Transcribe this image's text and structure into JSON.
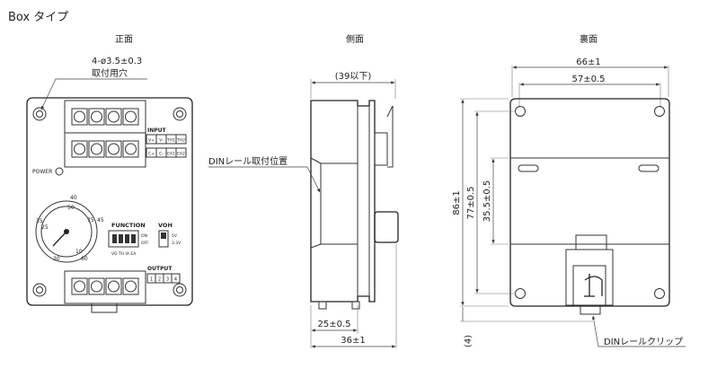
{
  "title": "Box タイプ",
  "views": {
    "front": "正面",
    "side": "側面",
    "back": "裏面"
  },
  "front": {
    "hole_dim": "4-ø3.5±0.3",
    "hole_label": "取付用穴",
    "input_label": "INPUT",
    "input_terminals_top": [
      "V+",
      "V-",
      "TH1",
      "TH2"
    ],
    "input_terminals_bottom": [
      "C+",
      "C-",
      "EA1",
      "EA2"
    ],
    "power_label": "POWER",
    "dial_ticks": [
      "40",
      "50",
      "35",
      "25",
      "75",
      "45",
      "10",
      "30",
      "60"
    ],
    "function_label": "FUNCTION",
    "function_on": "ON",
    "function_off": "OFF",
    "function_switches": "VO TH IA EA",
    "voh_label": "VOH",
    "voh_5v": "5V",
    "voh_3v": "3.3V",
    "output_label": "OUTPUT",
    "output_terminals": [
      "1",
      "2",
      "3",
      "4"
    ]
  },
  "side": {
    "top_dim": "(39以下)",
    "din_label": "DINレール取付位置",
    "dim_25": "25±0.5",
    "dim_36": "36±1"
  },
  "back": {
    "dim_66": "66±1",
    "dim_57": "57±0.5",
    "dim_86": "86±1",
    "dim_77": "77±0.5",
    "dim_35": "35.5±0.5",
    "dim_4": "(4)",
    "clip_label": "DINレールクリップ"
  }
}
